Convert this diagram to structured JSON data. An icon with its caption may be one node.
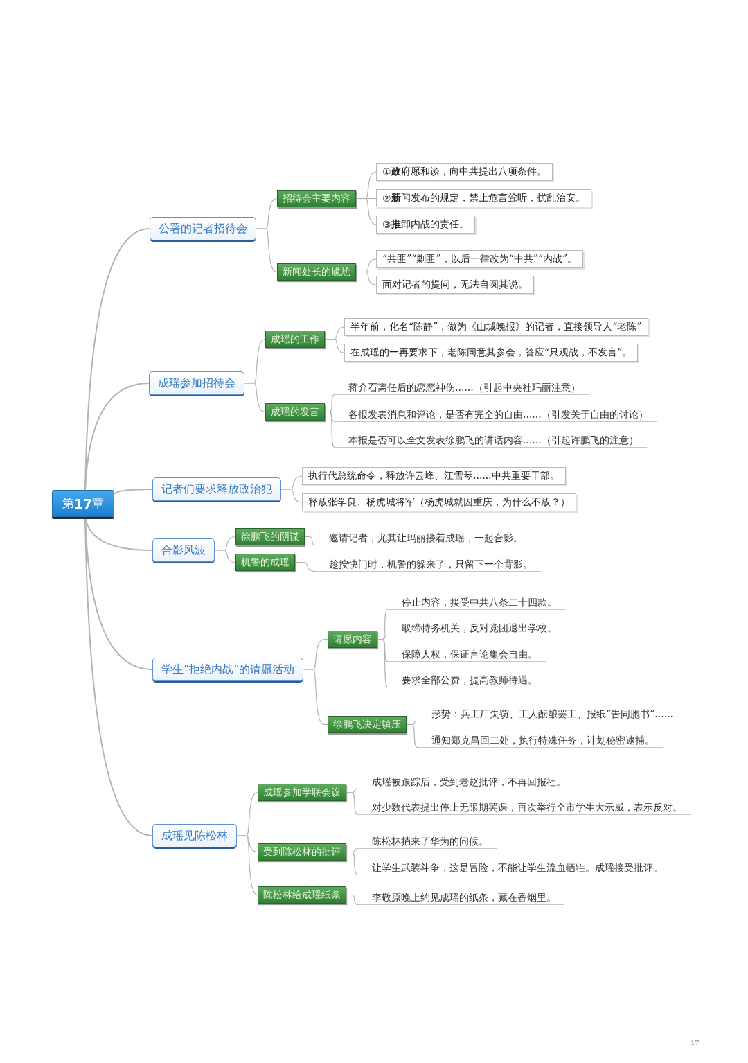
{
  "diagram": {
    "nodes": [
      {
        "text": [
          "第**17**章"
        ]
      },
      {
        "text": [
          "公署的记者招待会"
        ]
      },
      {
        "text": [
          "招待会主要内容"
        ]
      },
      {
        "text": [
          "①**政**府愿和谈，向中共提出八项条件。"
        ]
      },
      {
        "text": [
          "②**新**闻发布的规定，禁止危言耸听，扰乱治安。"
        ]
      },
      {
        "text": [
          "③**推**卸内战的责任。"
        ]
      },
      {
        "text": [
          "新闻处长的尴尬"
        ]
      },
      {
        "text": [
          "“共匪”“剿匪”，以后一律改为“中共”“内战”。"
        ]
      },
      {
        "text": [
          "面对记者的提问，无法自圆其说。"
        ]
      },
      {
        "text": [
          "成瑶参加招待会"
        ]
      },
      {
        "text": [
          "成瑶的工作"
        ]
      },
      {
        "text": [
          "半年前，化名“陈静”，做为《山城晚报》的记者，直接领导人“老陈”"
        ]
      },
      {
        "text": [
          "在成瑶的一再要求下，老陈同意其参会，答应“只观战，不发言”。"
        ]
      },
      {
        "text": [
          "成瑶的发言"
        ]
      },
      {
        "text": [
          "蒋介石离任后的恋恋神伤......（引起中央社玛丽注意）"
        ]
      },
      {
        "text": [
          "各报发表消息和评论，是否有完全的自由......（引发关于自由的讨论）"
        ]
      },
      {
        "text": [
          "本报是否可以全文发表徐鹏飞的讲话内容......（引起许鹏飞的注意）"
        ]
      },
      {
        "text": [
          "记者们要求释放政治犯"
        ]
      },
      {
        "text": [
          "执行代总统命令，释放许云峰、江雪琴......中共重要干部。"
        ]
      },
      {
        "text": [
          "释放张学良、杨虎城将军（杨虎城就囚重庆，为什么不放？）"
        ]
      },
      {
        "text": [
          "合影风波"
        ]
      },
      {
        "text": [
          "徐鹏飞的阴谋"
        ]
      },
      {
        "text": [
          "邀请记者，尤其让玛丽搂着成瑶，一起合影。"
        ]
      },
      {
        "text": [
          "机警的成瑶"
        ]
      },
      {
        "text": [
          "趁按快门时，机警的躲来了，只留下一个背影。"
        ]
      },
      {
        "text": [
          "学生“拒绝内战”的请愿活动"
        ]
      },
      {
        "text": [
          "请愿内容"
        ]
      },
      {
        "text": [
          "停止内容，接受中共八条二十四款。"
        ]
      },
      {
        "text": [
          "取缔特务机关，反对党团退出学校。"
        ]
      },
      {
        "text": [
          "保障人权，保证言论集会自由。"
        ]
      },
      {
        "text": [
          "要求全部公费，提高教师待遇。"
        ]
      },
      {
        "text": [
          "徐鹏飞决定镇压"
        ]
      },
      {
        "text": [
          "形势：兵工厂失窃、工人酝酿罢工、报纸“告同胞书”......"
        ]
      },
      {
        "text": [
          "通知郑克昌回二处，执行特殊任务，计划秘密逮捕。"
        ]
      },
      {
        "text": [
          "成瑶见陈松林"
        ]
      },
      {
        "text": [
          "成瑶参加学联会议"
        ]
      },
      {
        "text": [
          "成瑶被跟踪后，受到老赵批评，不再回报社。"
        ]
      },
      {
        "text": [
          "对少数代表提出停止无限期罢课，再次举行全市学生大示威，表示反对。"
        ]
      },
      {
        "text": [
          "受到陈松林的批评"
        ]
      },
      {
        "text": [
          "陈松林捎来了华为的问候。"
        ]
      },
      {
        "text": [
          "让学生武装斗争，这是冒险，不能让学生流血牺牲。成瑶接受批评。"
        ]
      },
      {
        "text": [
          "陈松林给成瑶纸条"
        ]
      },
      {
        "text": [
          "李敬原晚上约见成瑶的纸条，藏在香烟里。"
        ]
      }
    ],
    "edges": [
      {
        "from": 0,
        "to": 1,
        "arrow": "none"
      },
      {
        "from": 1,
        "to": 2,
        "arrow": "none"
      },
      {
        "from": 2,
        "to": 3,
        "arrow": "none"
      },
      {
        "from": 2,
        "to": 4,
        "arrow": "none"
      },
      {
        "from": 2,
        "to": 5,
        "arrow": "none"
      },
      {
        "from": 1,
        "to": 6,
        "arrow": "none"
      },
      {
        "from": 6,
        "to": 7,
        "arrow": "none"
      },
      {
        "from": 6,
        "to": 8,
        "arrow": "none"
      },
      {
        "from": 0,
        "to": 9,
        "arrow": "none"
      },
      {
        "from": 9,
        "to": 10,
        "arrow": "none"
      },
      {
        "from": 10,
        "to": 11,
        "arrow": "none"
      },
      {
        "from": 10,
        "to": 12,
        "arrow": "none"
      },
      {
        "from": 9,
        "to": 13,
        "arrow": "none"
      },
      {
        "from": 13,
        "to": 14,
        "arrow": "none"
      },
      {
        "from": 13,
        "to": 15,
        "arrow": "none"
      },
      {
        "from": 13,
        "to": 16,
        "arrow": "none"
      },
      {
        "from": 0,
        "to": 17,
        "arrow": "none"
      },
      {
        "from": 17,
        "to": 18,
        "arrow": "none"
      },
      {
        "from": 17,
        "to": 19,
        "arrow": "none"
      },
      {
        "from": 0,
        "to": 20,
        "arrow": "none"
      },
      {
        "from": 20,
        "to": 21,
        "arrow": "none"
      },
      {
        "from": 21,
        "to": 22,
        "arrow": "none"
      },
      {
        "from": 20,
        "to": 23,
        "arrow": "none"
      },
      {
        "from": 23,
        "to": 24,
        "arrow": "none"
      },
      {
        "from": 0,
        "to": 25,
        "arrow": "none"
      },
      {
        "from": 25,
        "to": 26,
        "arrow": "none"
      },
      {
        "from": 26,
        "to": 27,
        "arrow": "none"
      },
      {
        "from": 26,
        "to": 28,
        "arrow": "none"
      },
      {
        "from": 26,
        "to": 29,
        "arrow": "none"
      },
      {
        "from": 26,
        "to": 30,
        "arrow": "none"
      },
      {
        "from": 25,
        "to": 31,
        "arrow": "none"
      },
      {
        "from": 31,
        "to": 32,
        "arrow": "none"
      },
      {
        "from": 31,
        "to": 33,
        "arrow": "none"
      },
      {
        "from": 0,
        "to": 34,
        "arrow": "none"
      },
      {
        "from": 34,
        "to": 35,
        "arrow": "none"
      },
      {
        "from": 35,
        "to": 36,
        "arrow": "none"
      },
      {
        "from": 35,
        "to": 37,
        "arrow": "none"
      },
      {
        "from": 34,
        "to": 38,
        "arrow": "none"
      },
      {
        "from": 38,
        "to": 39,
        "arrow": "none"
      },
      {
        "from": 38,
        "to": 40,
        "arrow": "none"
      },
      {
        "from": 34,
        "to": 41,
        "arrow": "none"
      },
      {
        "from": 41,
        "to": 42,
        "arrow": "none"
      }
    ],
    "labels": [
      "17"
    ]
  }
}
